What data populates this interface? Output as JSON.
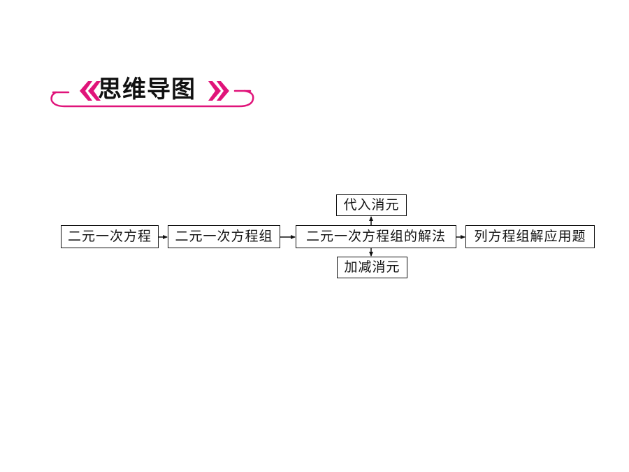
{
  "header": {
    "title": "思维导图",
    "accent_color": "#e0147a"
  },
  "flow": {
    "main": [
      "二元一次方程",
      "二元一次方程组",
      "二元一次方程组的解法",
      "列方程组解应用题"
    ],
    "method_top": "代入消元",
    "method_bottom": "加减消元"
  }
}
